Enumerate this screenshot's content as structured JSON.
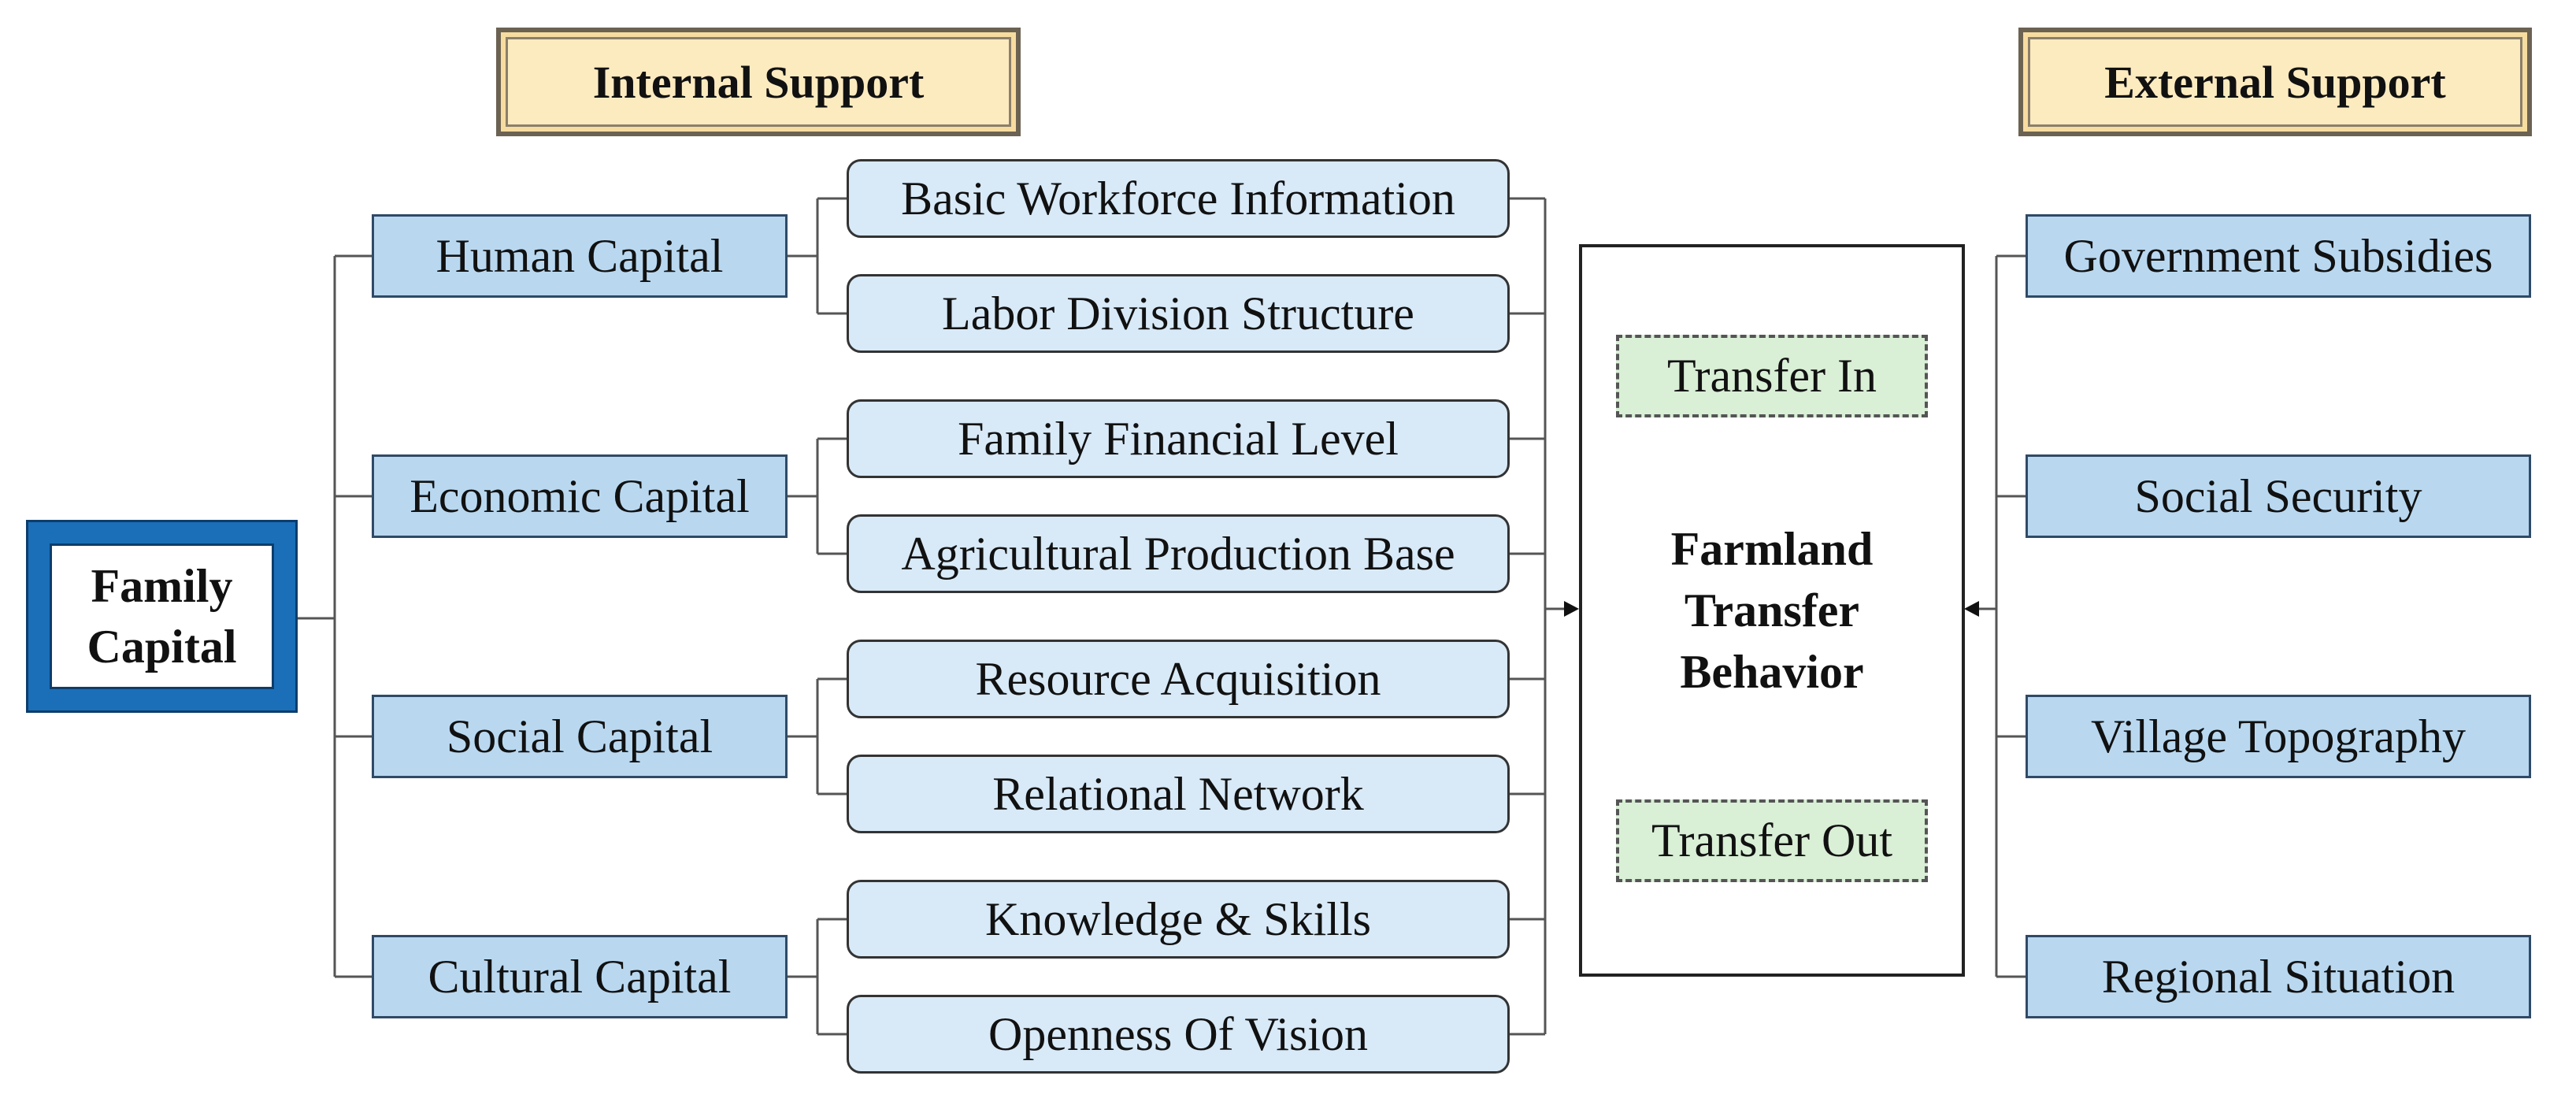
{
  "headers": {
    "internal": "Internal Support",
    "external": "External Support"
  },
  "family_capital": {
    "line1": "Family",
    "line2": "Capital"
  },
  "capitals": [
    {
      "label": "Human Capital",
      "subs": [
        "Basic Workforce Information",
        "Labor Division Structure"
      ]
    },
    {
      "label": "Economic Capital",
      "subs": [
        "Family Financial Level",
        "Agricultural Production Base"
      ]
    },
    {
      "label": "Social Capital",
      "subs": [
        "Resource Acquisition",
        "Relational Network"
      ]
    },
    {
      "label": "Cultural Capital",
      "subs": [
        "Knowledge & Skills",
        "Openness Of Vision"
      ]
    }
  ],
  "center": {
    "line1": "Farmland",
    "line2": "Transfer",
    "line3": "Behavior",
    "transfer_in": "Transfer In",
    "transfer_out": "Transfer Out"
  },
  "external_factors": [
    "Government Subsidies",
    "Social Security",
    "Village Topography",
    "Regional Situation"
  ],
  "colors": {
    "capital_fill": "#b9d8f0",
    "sub_fill": "#d8e9f7",
    "header_fill": "#fdebc0",
    "family_frame": "#1a6fb8",
    "transfer_fill": "#d9efd6"
  }
}
